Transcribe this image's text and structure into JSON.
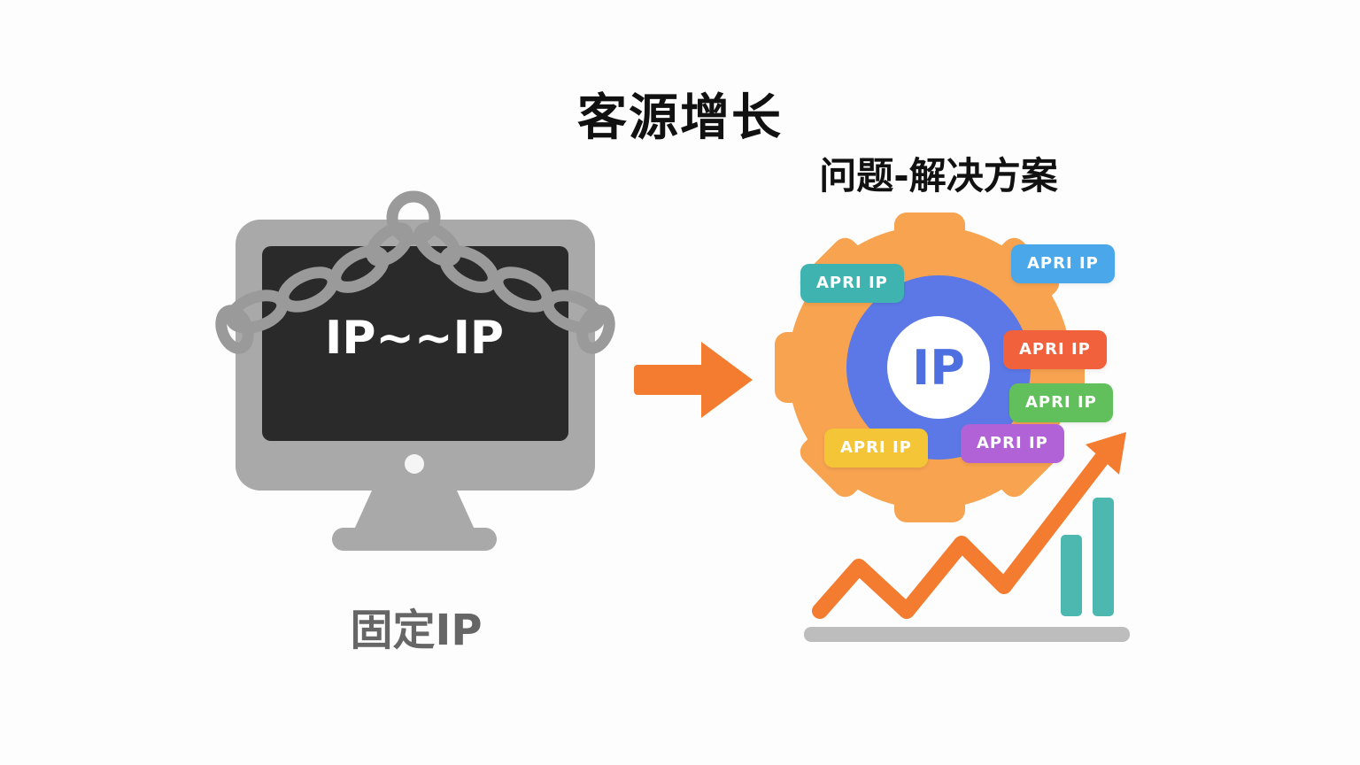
{
  "title": "客源增长",
  "subtitle": "问题-解决方案",
  "left": {
    "screen_text": "IP~~IP",
    "caption": "固定IP"
  },
  "right": {
    "center_label": "IP",
    "tags": [
      {
        "label": "APRI IP",
        "color": "#3fb3b0"
      },
      {
        "label": "APRI IP",
        "color": "#4aa8ea"
      },
      {
        "label": "APRI IP",
        "color": "#f0613c"
      },
      {
        "label": "APRI IP",
        "color": "#62c05c"
      },
      {
        "label": "APRI IP",
        "color": "#f5c538"
      },
      {
        "label": "APRI IP",
        "color": "#b062d6"
      }
    ]
  },
  "colors": {
    "gear": "#f7a350",
    "hub": "#5b78e6",
    "arrow": "#f47c30",
    "bars": "#4cb8b0",
    "monitor": "#a9a9a9",
    "screen": "#2a2a2a",
    "chain": "#9a9a9a"
  },
  "icons": {
    "monitor": "monitor-icon",
    "chain": "chain-icon",
    "arrow": "right-arrow-icon",
    "gear": "gear-icon",
    "trend": "trend-up-icon"
  }
}
